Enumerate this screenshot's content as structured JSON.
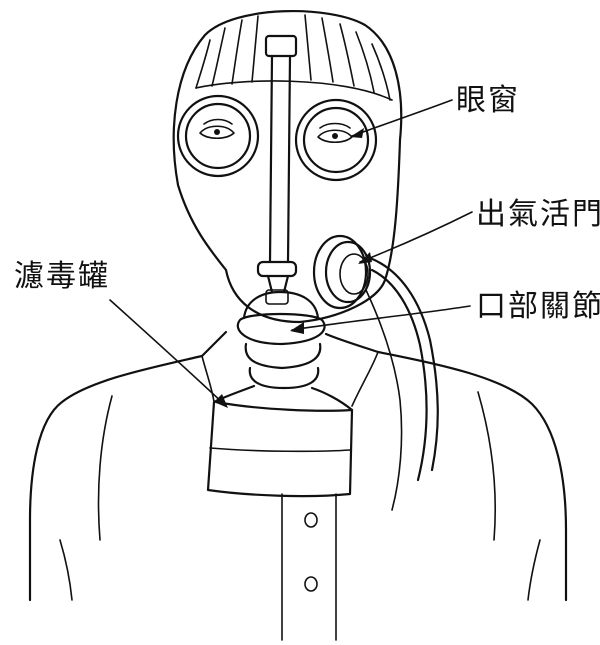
{
  "labels": {
    "eye_window": "眼窗",
    "exhale_valve": "出氣活門",
    "mouth_joint": "口部關節",
    "filter_canister": "濾毒罐"
  },
  "colors": {
    "ink": "#111111",
    "paper": "#ffffff"
  }
}
